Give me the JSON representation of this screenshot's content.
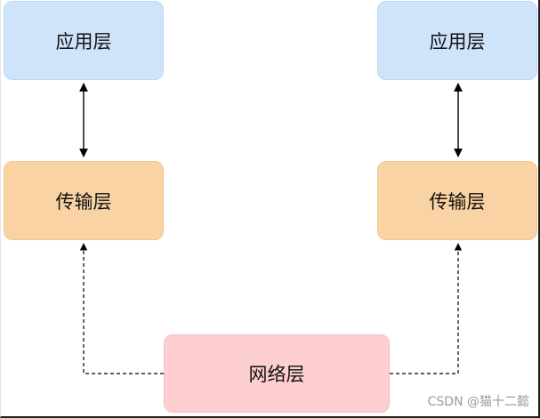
{
  "diagram": {
    "left_stack": {
      "application": "应用层",
      "transport": "传输层"
    },
    "right_stack": {
      "application": "应用层",
      "transport": "传输层"
    },
    "network": "网络层"
  },
  "watermark": "CSDN @猫十二懿",
  "colors": {
    "application_fill": "#cfe3fb",
    "transport_fill": "#fad3a4",
    "network_fill": "#fdcfd1",
    "arrow": "#000000"
  }
}
